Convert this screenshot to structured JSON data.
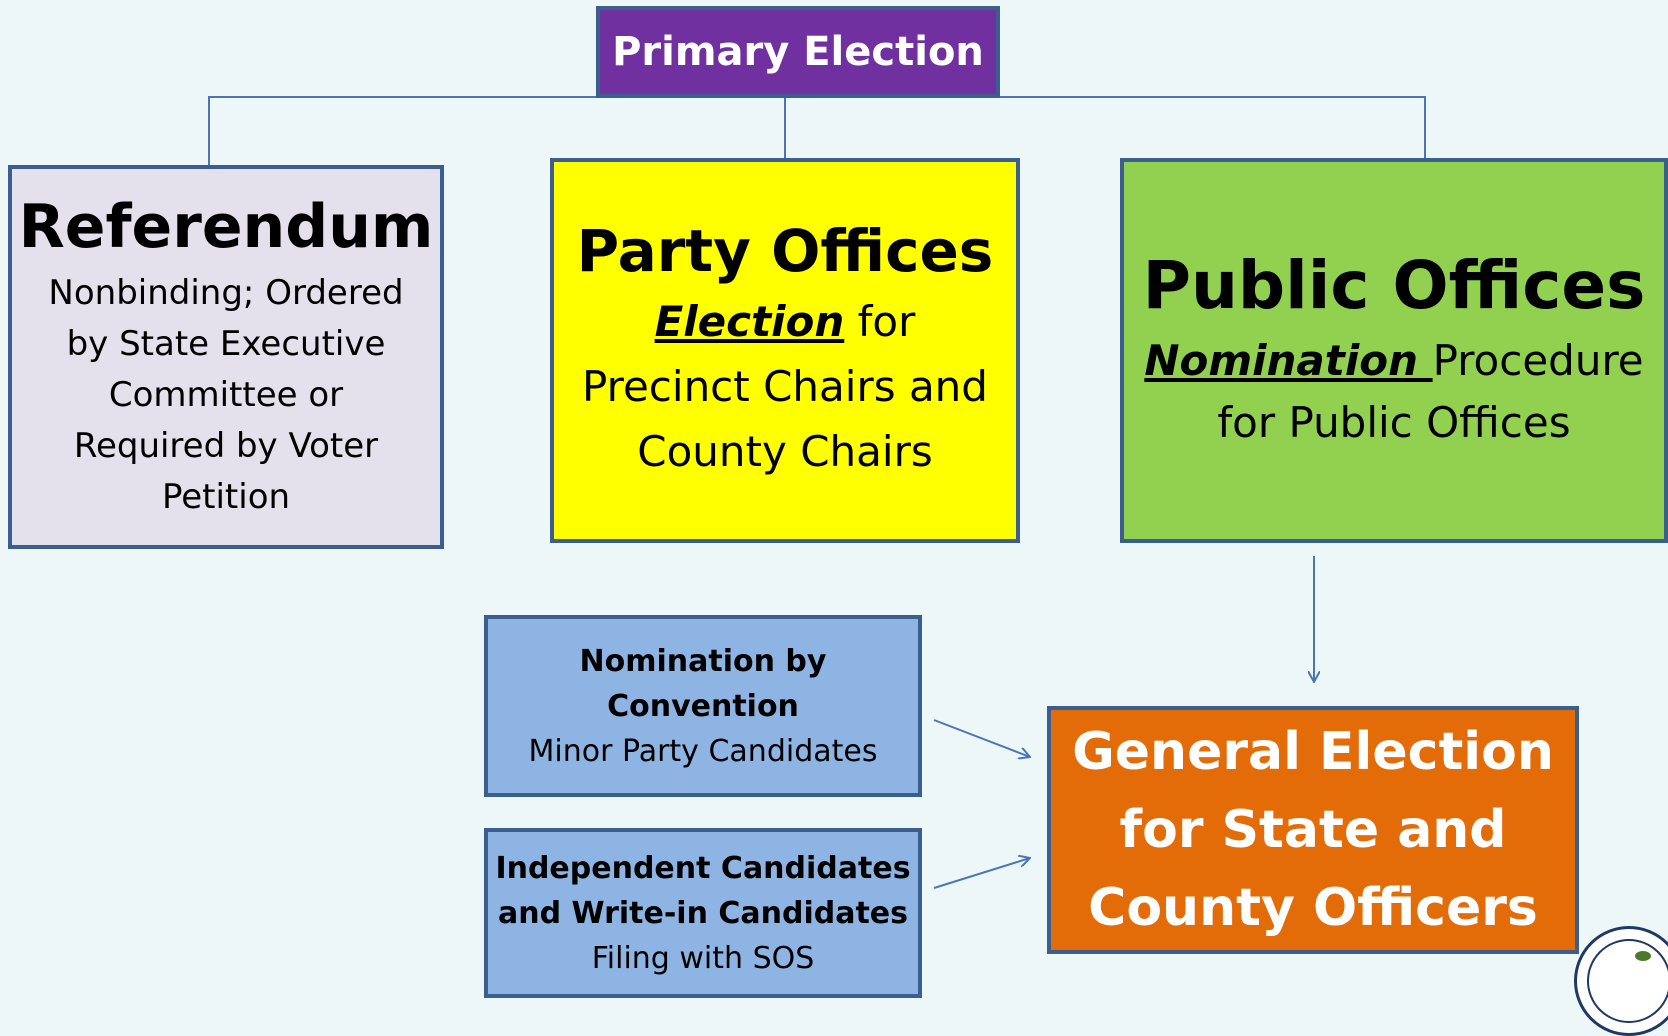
{
  "primary": {
    "title": "Primary Election"
  },
  "referendum": {
    "title": "Referendum",
    "desc": "Nonbinding; Ordered by State Executive Committee or Required by Voter Petition"
  },
  "party_offices": {
    "title": "Party Offices",
    "em": "Election",
    "after_em": " for",
    "desc": "Precinct Chairs and County Chairs"
  },
  "public_offices": {
    "title": "Public Offices",
    "em": "Nomination ",
    "after_em": "Procedure",
    "desc": "for Public Offices"
  },
  "convention": {
    "title": "Nomination by Convention",
    "desc": "Minor Party Candidates"
  },
  "independent": {
    "title": "Independent Candidates and Write-in Candidates",
    "desc": "Filing with SOS"
  },
  "general": {
    "title": "General Election for State and County Officers"
  },
  "seal": {
    "icon": "state-seal-icon"
  },
  "colors": {
    "primary": "#7030a0",
    "referendum": "#e4e0ec",
    "party": "#ffff00",
    "public": "#92d050",
    "blue_boxes": "#8eb4e3",
    "general": "#e36c09",
    "lines": "#4a76b5"
  }
}
